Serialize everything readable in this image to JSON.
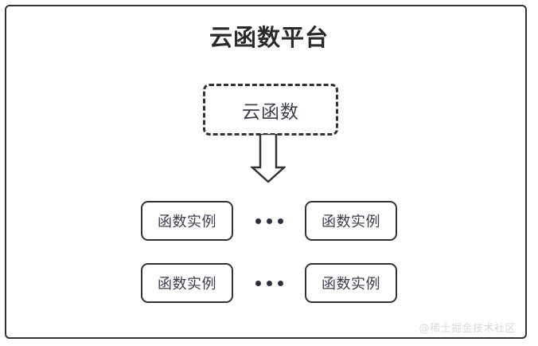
{
  "diagram": {
    "platform": {
      "title": "云函数平台",
      "border_color": "#333333",
      "background_color": "#ffffff"
    },
    "cloud_function": {
      "label": "云函数",
      "border_style": "dashed",
      "border_color": "#333333"
    },
    "arrow": {
      "name": "down-block-arrow",
      "direction": "down",
      "color": "#333333"
    },
    "instance_rows": [
      {
        "left_box": {
          "label": "函数实例"
        },
        "ellipsis": "•••",
        "right_box": {
          "label": "函数实例"
        }
      },
      {
        "left_box": {
          "label": "函数实例"
        },
        "ellipsis": "•••",
        "right_box": {
          "label": "函数实例"
        }
      }
    ],
    "watermark": {
      "text": "@稀土掘金技术社区",
      "color": "#d9d9d9"
    }
  }
}
